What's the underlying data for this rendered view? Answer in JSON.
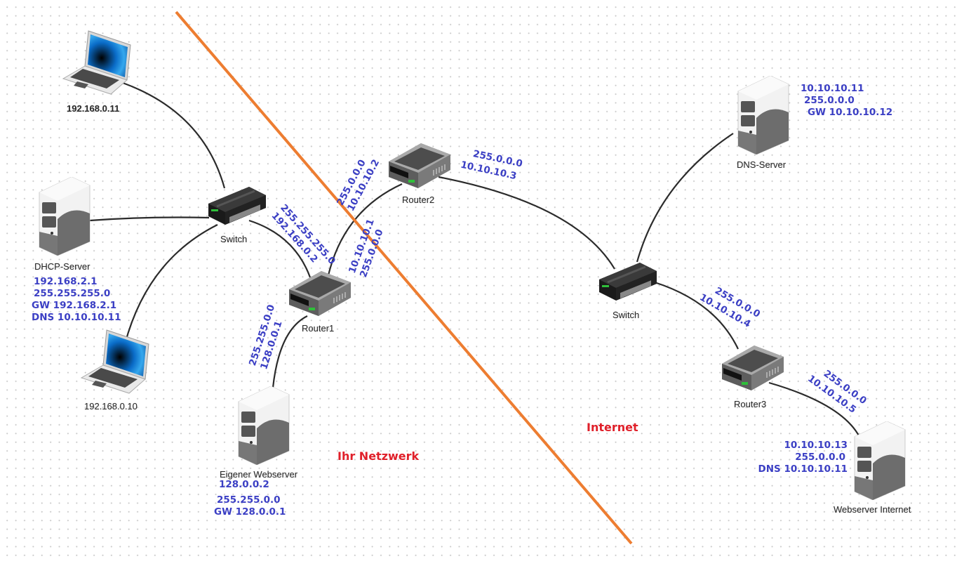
{
  "diagram": {
    "zones": {
      "own_network": "Ihr Netzwerk",
      "internet": "Internet"
    },
    "colors": {
      "boundary_line": "#ed7d31",
      "address_text": "#3b3fc4",
      "zone_text": "#e0202a",
      "cable": "#2b2b2b"
    },
    "devices": {
      "laptop1": {
        "type": "laptop",
        "label": "192.168.0.11"
      },
      "laptop2": {
        "type": "laptop",
        "label": "192.168.0.10"
      },
      "dhcp_server": {
        "type": "server",
        "label": "DHCP-Server",
        "config": [
          "192.168.2.1",
          "255.255.255.0",
          "GW 192.168.2.1",
          "DNS 10.10.10.11"
        ]
      },
      "switch1": {
        "type": "switch",
        "label": "Switch"
      },
      "router1": {
        "type": "router",
        "label": "Router1"
      },
      "own_webserver": {
        "type": "server",
        "label": "Eigener Webserver",
        "config": [
          "128.0.0.2",
          "255.255.0.0",
          "GW 128.0.0.1"
        ]
      },
      "router2": {
        "type": "router",
        "label": "Router2"
      },
      "switch2": {
        "type": "switch",
        "label": "Switch"
      },
      "dns_server": {
        "type": "server",
        "label": "DNS-Server",
        "config": [
          "10.10.10.11",
          "255.0.0.0",
          "GW 10.10.10.12"
        ]
      },
      "router3": {
        "type": "router",
        "label": "Router3"
      },
      "internet_webserver": {
        "type": "server",
        "label": "Webserver Internet",
        "config": [
          "10.10.10.13",
          "255.0.0.0",
          "DNS 10.10.10.11"
        ]
      }
    },
    "interfaces": {
      "router1_switch1": [
        "255.255.255.0",
        "192.168.0.2"
      ],
      "router1_router2": [
        "10.10.10.1",
        "255.0.0.0"
      ],
      "router1_webserver": [
        "255.255.0.0",
        "128.0.0.1"
      ],
      "router2_router1": [
        "255.0.0.0",
        "10.10.10.2"
      ],
      "router2_switch2": [
        "255.0.0.0",
        "10.10.10.3"
      ],
      "router3_switch2": [
        "255.0.0.0",
        "10.10.10.4"
      ],
      "router3_webserver": [
        "255.0.0.0",
        "10.10.10.5"
      ]
    },
    "links": [
      [
        "laptop1",
        "switch1"
      ],
      [
        "dhcp_server",
        "switch1"
      ],
      [
        "laptop2",
        "switch1"
      ],
      [
        "switch1",
        "router1"
      ],
      [
        "router1",
        "own_webserver"
      ],
      [
        "router1",
        "router2"
      ],
      [
        "router2",
        "switch2"
      ],
      [
        "switch2",
        "dns_server"
      ],
      [
        "switch2",
        "router3"
      ],
      [
        "router3",
        "internet_webserver"
      ]
    ]
  }
}
